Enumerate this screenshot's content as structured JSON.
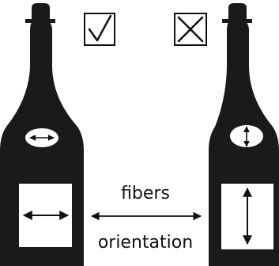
{
  "diagram": {
    "caption_line1": "fibers",
    "caption_line2": "orientation",
    "left_bottle": {
      "verdict_icon": "checkbox-check-icon",
      "fiber_direction": "horizontal"
    },
    "right_bottle": {
      "verdict_icon": "checkbox-cross-icon",
      "fiber_direction": "vertical"
    }
  },
  "colors": {
    "bottle": "#1a1a1a",
    "label_fill": "#ffffff",
    "arrow": "#111111",
    "background": "#ffffff"
  }
}
